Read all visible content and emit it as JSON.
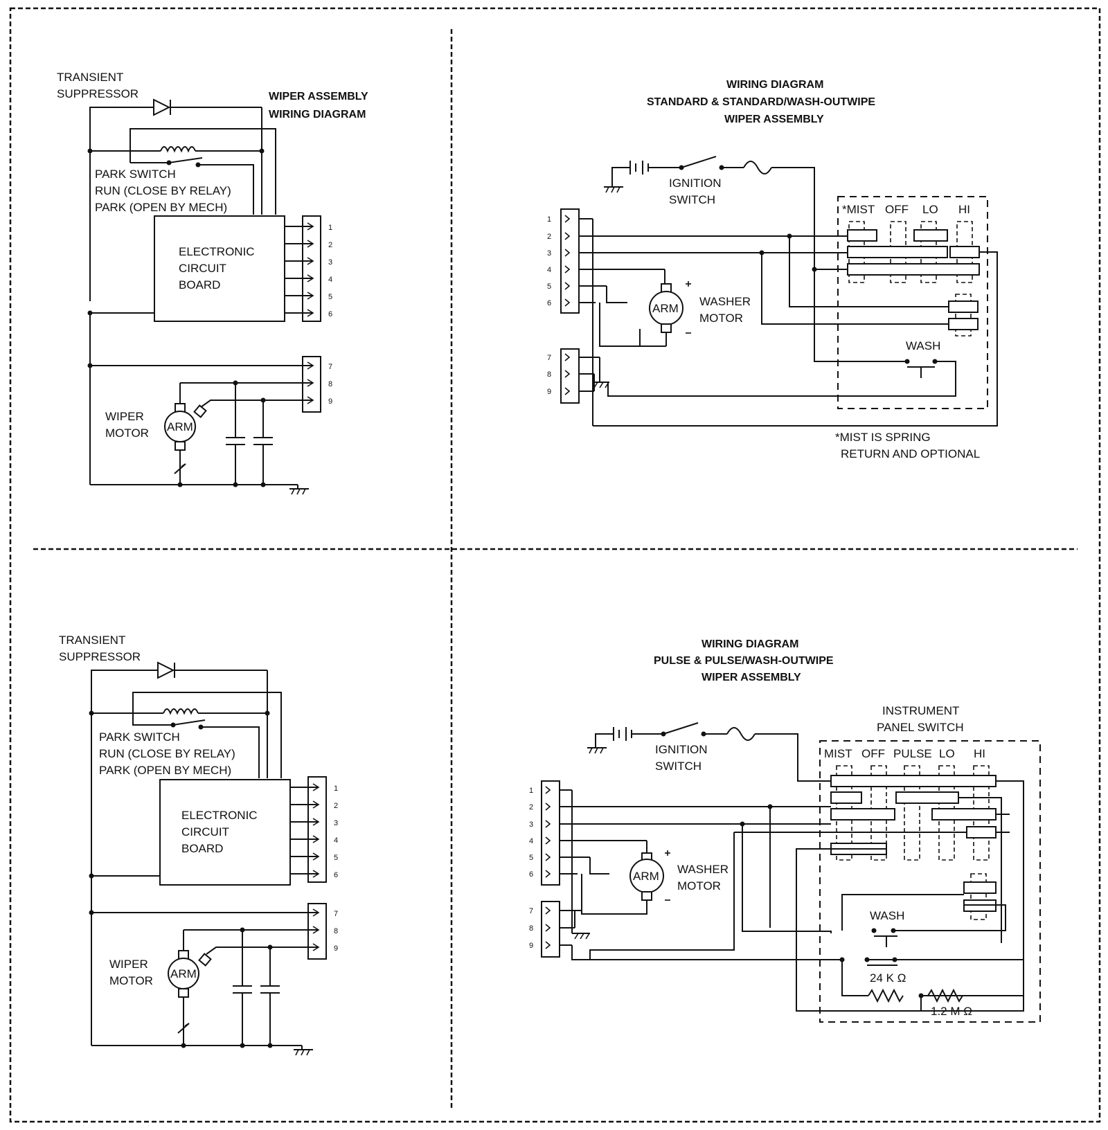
{
  "panel_tl": {
    "suppressor": [
      "TRANSIENT",
      "SUPPRESSOR"
    ],
    "title": [
      "WIPER ASSEMBLY",
      "WIRING DIAGRAM"
    ],
    "park": [
      "PARK SWITCH",
      "RUN (CLOSE BY RELAY)",
      "PARK (OPEN BY MECH)"
    ],
    "board": [
      "ELECTRONIC",
      "CIRCUIT",
      "BOARD"
    ],
    "pins": [
      "1",
      "2",
      "3",
      "4",
      "5",
      "6",
      "7",
      "8",
      "9"
    ],
    "motor": [
      "WIPER",
      "MOTOR"
    ],
    "arm": "ARM"
  },
  "panel_tr": {
    "title": [
      "WIRING DIAGRAM",
      "STANDARD & STANDARD/WASH-OUTWIPE",
      "WIPER ASSEMBLY"
    ],
    "ignition": [
      "IGNITION",
      "SWITCH"
    ],
    "switch_labels": [
      "*MIST",
      "OFF",
      "LO",
      "HI"
    ],
    "pins": [
      "1",
      "2",
      "3",
      "4",
      "5",
      "6",
      "7",
      "8",
      "9"
    ],
    "arm": "ARM",
    "washer": [
      "WASHER",
      "MOTOR"
    ],
    "wash": "WASH",
    "note": [
      "*MIST IS SPRING",
      "RETURN AND OPTIONAL"
    ]
  },
  "panel_bl": {
    "suppressor": [
      "TRANSIENT",
      "SUPPRESSOR"
    ],
    "park": [
      "PARK SWITCH",
      "RUN (CLOSE BY RELAY)",
      "PARK (OPEN BY MECH)"
    ],
    "board": [
      "ELECTRONIC",
      "CIRCUIT",
      "BOARD"
    ],
    "pins": [
      "1",
      "2",
      "3",
      "4",
      "5",
      "6",
      "7",
      "8",
      "9"
    ],
    "motor": [
      "WIPER",
      "MOTOR"
    ],
    "arm": "ARM"
  },
  "panel_br": {
    "title": [
      "WIRING DIAGRAM",
      "PULSE & PULSE/WASH-OUTWIPE",
      "WIPER ASSEMBLY"
    ],
    "instrument": [
      "INSTRUMENT",
      "PANEL SWITCH"
    ],
    "ignition": [
      "IGNITION",
      "SWITCH"
    ],
    "switch_labels": [
      "MIST",
      "OFF",
      "PULSE",
      "LO",
      "HI"
    ],
    "pins": [
      "1",
      "2",
      "3",
      "4",
      "5",
      "6",
      "7",
      "8",
      "9"
    ],
    "arm": "ARM",
    "washer": [
      "WASHER",
      "MOTOR"
    ],
    "wash": "WASH",
    "r1": "24 K Ω",
    "r2": "1.2 M Ω"
  }
}
